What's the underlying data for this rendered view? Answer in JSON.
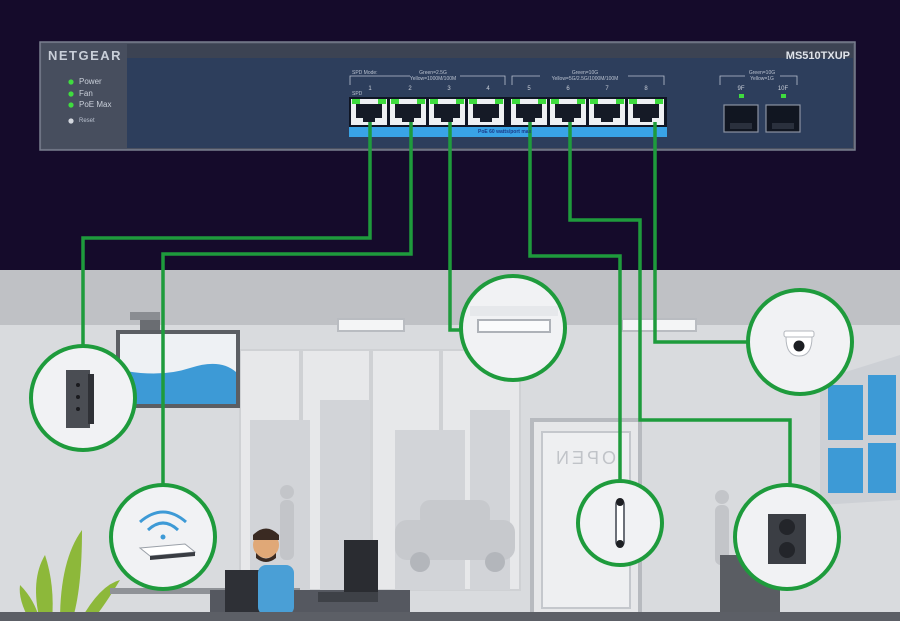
{
  "switch": {
    "brand": "NETGEAR",
    "model": "MS510TXUP",
    "status_leds": [
      {
        "label": "Power",
        "color": "#3fdc3f"
      },
      {
        "label": "Fan",
        "color": "#3fdc3f"
      },
      {
        "label": "PoE Max",
        "color": "#3fdc3f"
      }
    ],
    "reset_label": "Reset",
    "spd_mode_label": "SPD Mode:",
    "spd_label": "SPD",
    "legend_group1": {
      "line1": "Green=2.5G",
      "line2": "Yellow=1000M/100M"
    },
    "legend_group2": {
      "line1": "Green=10G",
      "line2": "Yellow=5G/2.5G/1000M/100M"
    },
    "legend_group3": {
      "line1": "Green=10G",
      "line2": "Yellow=1G"
    },
    "ports": [
      "1",
      "2",
      "3",
      "4",
      "5",
      "6",
      "7",
      "8"
    ],
    "sfp_ports": [
      "9F",
      "10F"
    ],
    "poe_banner": "PoE 60 watts/port max",
    "colors": {
      "face": "#2d3e5c",
      "chassis": "#4a5060",
      "poe_strip": "#39a3e6",
      "port_led": "#3fdc3f"
    }
  },
  "scene": {
    "door_sign": "OPEN",
    "devices": [
      {
        "name": "wireless-access-point",
        "port": "1"
      },
      {
        "name": "wifi-router",
        "port": "2"
      },
      {
        "name": "ceiling-light",
        "port": "3"
      },
      {
        "name": "door-access-control",
        "port": "5"
      },
      {
        "name": "speaker",
        "port": "6"
      },
      {
        "name": "security-camera",
        "port": "8"
      }
    ],
    "connection_color": "#1e9b3c"
  }
}
